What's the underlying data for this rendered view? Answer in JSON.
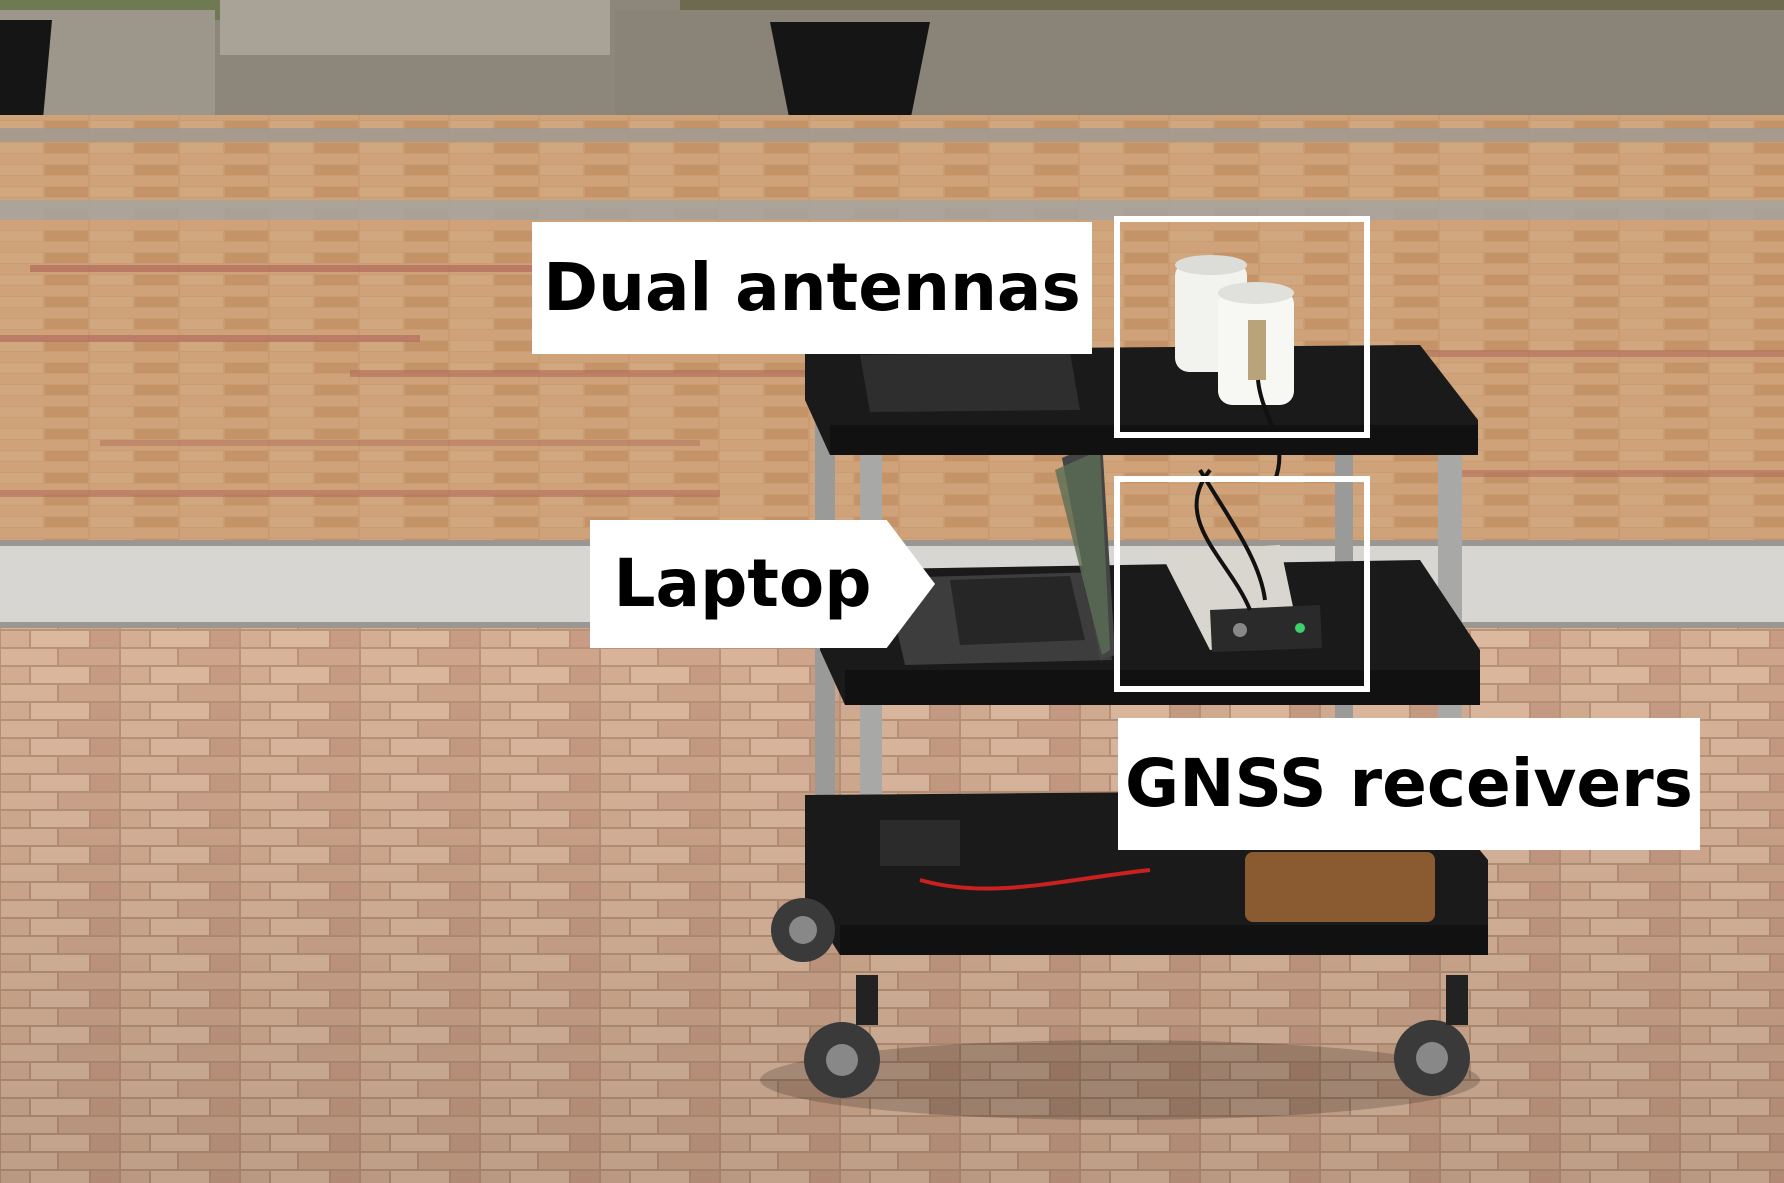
{
  "annotations": {
    "dual_antennas": "Dual antennas",
    "laptop": "Laptop",
    "gnss_receivers": "GNSS receivers"
  },
  "colors": {
    "pavement": "#c79a72",
    "brick_red": "#b06a5a",
    "cart": "#1c1c1c",
    "label_bg": "#ffffff",
    "label_text": "#000000"
  }
}
